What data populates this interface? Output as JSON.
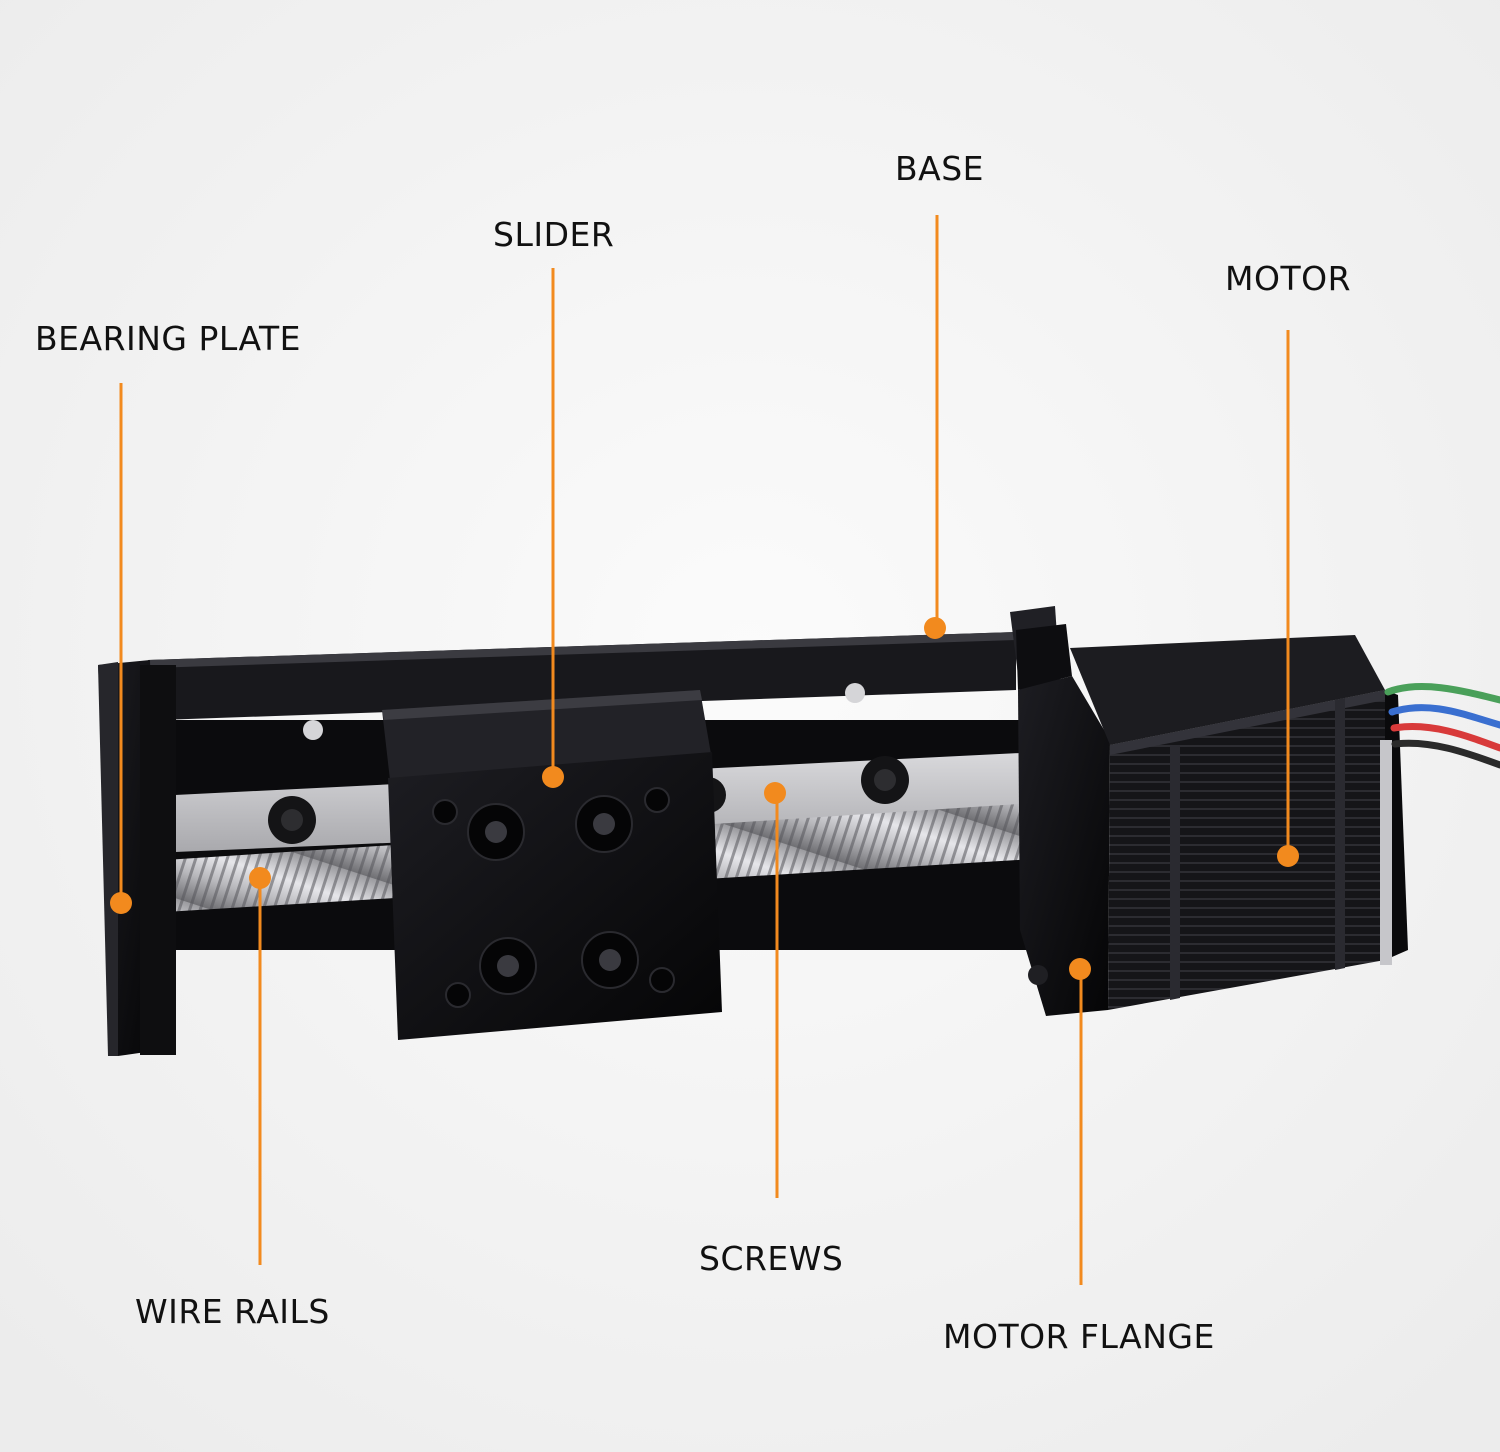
{
  "colors": {
    "accent": "#f28a1e",
    "background": "#f6f6f6",
    "anodized_black": "#0c0c0e",
    "steel": "#cfcfd2"
  },
  "labels": {
    "base": "BASE",
    "slider": "SLIDER",
    "motor": "MOTOR",
    "bearing_plate": "BEARING PLATE",
    "wire_rails": "WIRE RAILS",
    "screws": "SCREWS",
    "motor_flange": "MOTOR FLANGE"
  },
  "wire_colors": [
    "#4aa05a",
    "#3a6fd0",
    "#d83a3a",
    "#2a2a2a"
  ]
}
